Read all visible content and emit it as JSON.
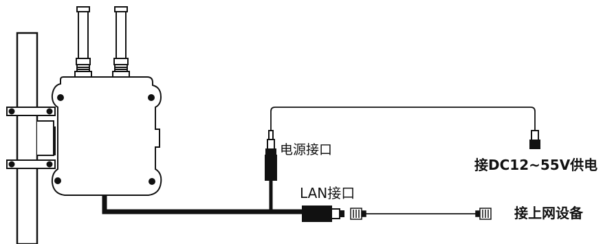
{
  "labels": {
    "power_port": "电源接口",
    "dc_supply": "接DC12~55V供电",
    "lan_port": "LAN接口",
    "network_device": "接上网设备"
  }
}
